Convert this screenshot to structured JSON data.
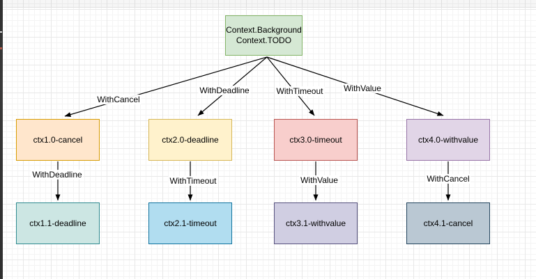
{
  "canvas": {
    "background": "#ffffff",
    "grid_minor_color": "#f4f4f4",
    "grid_major_color": "#e8e8e8",
    "edge_color": "#000000"
  },
  "root_node": {
    "line1": "Context.Background",
    "line2": "Context.TODO",
    "fill": "#d5e8d4",
    "stroke": "#82b366"
  },
  "level1_nodes": [
    {
      "label": "ctx1.0-cancel",
      "fill": "#ffe6cc",
      "stroke": "#d79b00"
    },
    {
      "label": "ctx2.0-deadline",
      "fill": "#fff2cc",
      "stroke": "#d6b656"
    },
    {
      "label": "ctx3.0-timeout",
      "fill": "#f8cecc",
      "stroke": "#b85450"
    },
    {
      "label": "ctx4.0-withvalue",
      "fill": "#e1d5e7",
      "stroke": "#9673a6"
    }
  ],
  "level2_nodes": [
    {
      "label": "ctx1.1-deadline",
      "fill": "#cce6e3",
      "stroke": "#2e8a8f"
    },
    {
      "label": "ctx2.1-timeout",
      "fill": "#b1ddf0",
      "stroke": "#10739e"
    },
    {
      "label": "ctx3.1-withvalue",
      "fill": "#d0cee2",
      "stroke": "#56517e"
    },
    {
      "label": "ctx4.1-cancel",
      "fill": "#bac8d3",
      "stroke": "#23445d"
    }
  ],
  "fan_edges": [
    {
      "label": "WithCancel"
    },
    {
      "label": "WithDeadline"
    },
    {
      "label": "WithTimeout"
    },
    {
      "label": "WithValue"
    }
  ],
  "vertical_edges": [
    {
      "label": "WithDeadline"
    },
    {
      "label": "WithTimeout"
    },
    {
      "label": "WithValue"
    },
    {
      "label": "WithCancel"
    }
  ]
}
